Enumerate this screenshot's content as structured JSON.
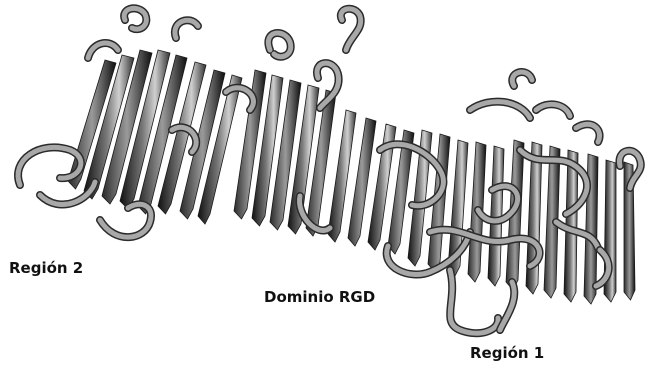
{
  "labels": {
    "region_2": "Región 2",
    "rgd_domain": "Dominio RGD",
    "region_1": "Región 1"
  },
  "colors": {
    "strand_dark": "#1a1a1a",
    "strand_mid": "#6a6a6a",
    "strand_light": "#b5b5b5",
    "coil_fill": "#a8a8a8",
    "coil_edge": "#2b2b2b"
  }
}
